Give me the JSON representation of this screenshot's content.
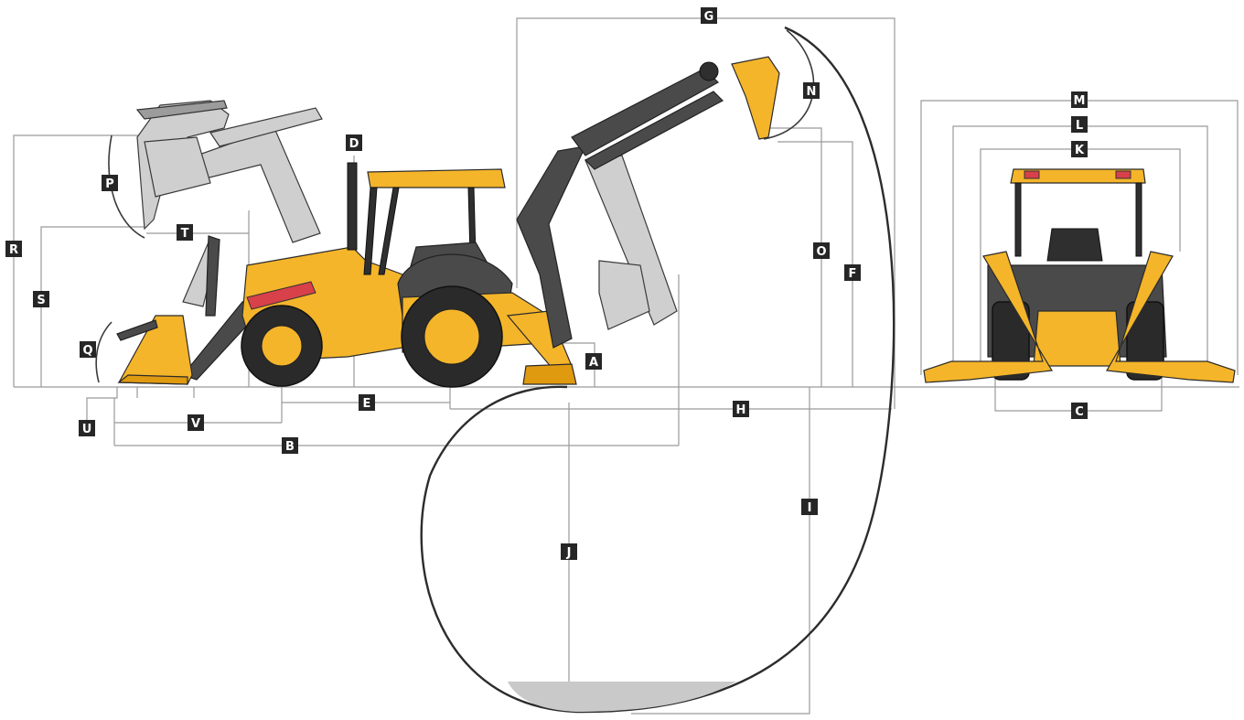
{
  "diagram": {
    "labels": {
      "A": "A",
      "B": "B",
      "C": "C",
      "D": "D",
      "E": "E",
      "F": "F",
      "G": "G",
      "H": "H",
      "I": "I",
      "J": "J",
      "K": "K",
      "L": "L",
      "M": "M",
      "N": "N",
      "O": "O",
      "P": "P",
      "Q": "Q",
      "R": "R",
      "S": "S",
      "T": "T",
      "U": "U",
      "V": "V"
    },
    "colors": {
      "machine_yellow": "#f4b52a",
      "machine_dark": "#4a4a4a",
      "ghost_gray": "#cfcfcf",
      "label_box": "#262626",
      "dimension_line": "#9a9a9a"
    }
  }
}
